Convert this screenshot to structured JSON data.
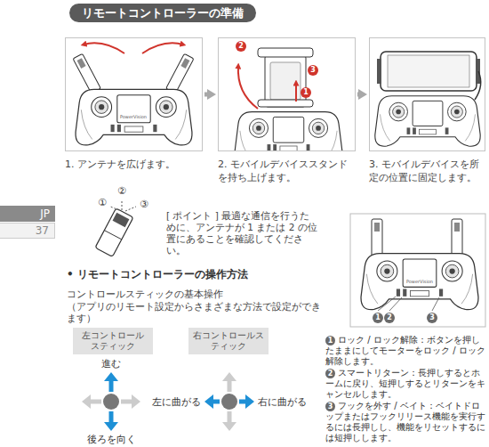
{
  "diagram": {
    "title": "リモートコントローラーの準備",
    "nodes": [
      {
        "text": [
          "1. アンテナを広げます。"
        ]
      },
      {
        "text": [
          "2. モバイルデバイススタンドを持ち上げます。"
        ]
      },
      {
        "text": [
          "3. モバイルデバイスを所定の位置に固定します。"
        ]
      },
      {
        "text": [
          "左コントロール スティック"
        ]
      },
      {
        "text": [
          "右コントロールス ティック"
        ]
      }
    ],
    "edges": [
      {
        "from": 0,
        "to": 1,
        "arrow": "to"
      },
      {
        "from": 1,
        "to": 2,
        "arrow": "to"
      }
    ],
    "labels": [
      "PowerVision",
      "2",
      "3",
      "1",
      "JP",
      "37",
      "①",
      "②",
      "③",
      "[ ポイント ] 最適な通信を行うために、アンテナが 1 または 2 の位置にあることを確認してください。",
      "• リモートコントローラーの操作方法",
      "コントロールスティックの基本操作",
      "（アプリのリモート設定からさまざまな方法で設定ができます）",
      "進む",
      "後ろを向く",
      "左に曲がる",
      "右に曲がる",
      "PowerVision",
      "1",
      "2",
      "3",
      "1",
      "ロック / ロック解除：ボタンを押したままにしてモーターをロック / ロック解除します。",
      "2",
      "スマートリターン：長押しするとホームに戻り、短押しするとリターンをキャンセルします。",
      "3",
      "フックを外す / ベイト：ベイトドロップまたはフックリリース機能を実行するには長押しし、機能をリセットするには短押しします。"
    ]
  }
}
